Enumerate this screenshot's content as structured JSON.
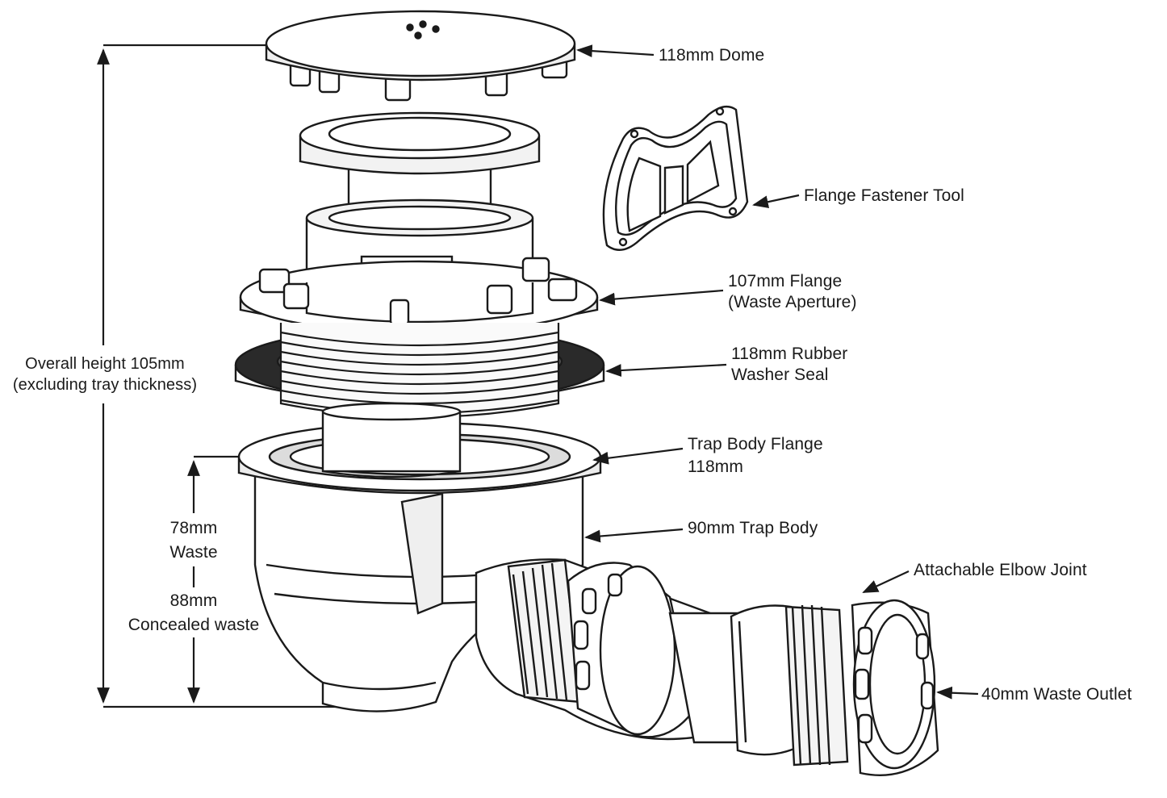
{
  "labels": {
    "dome": "118mm Dome",
    "flange_tool": "Flange Fastener Tool",
    "flange_line1": "107mm Flange",
    "flange_line2": "(Waste Aperture)",
    "washer_line1": "118mm Rubber",
    "washer_line2": "Washer Seal",
    "trap_flange_line1": "Trap Body Flange",
    "trap_flange_line2": "118mm",
    "trap_body": "90mm Trap Body",
    "elbow": "Attachable Elbow Joint",
    "outlet": "40mm Waste Outlet",
    "overall_line1": "Overall height 105mm",
    "overall_line2": "(excluding tray thickness)",
    "waste_line1": "78mm",
    "waste_line2": "Waste",
    "concealed_line1": "88mm",
    "concealed_line2": "Concealed waste"
  },
  "colors": {
    "line": "#1a1a1a",
    "fill": "#ffffff",
    "shade": "#e9e9e9",
    "dark": "#2a2a2a"
  }
}
